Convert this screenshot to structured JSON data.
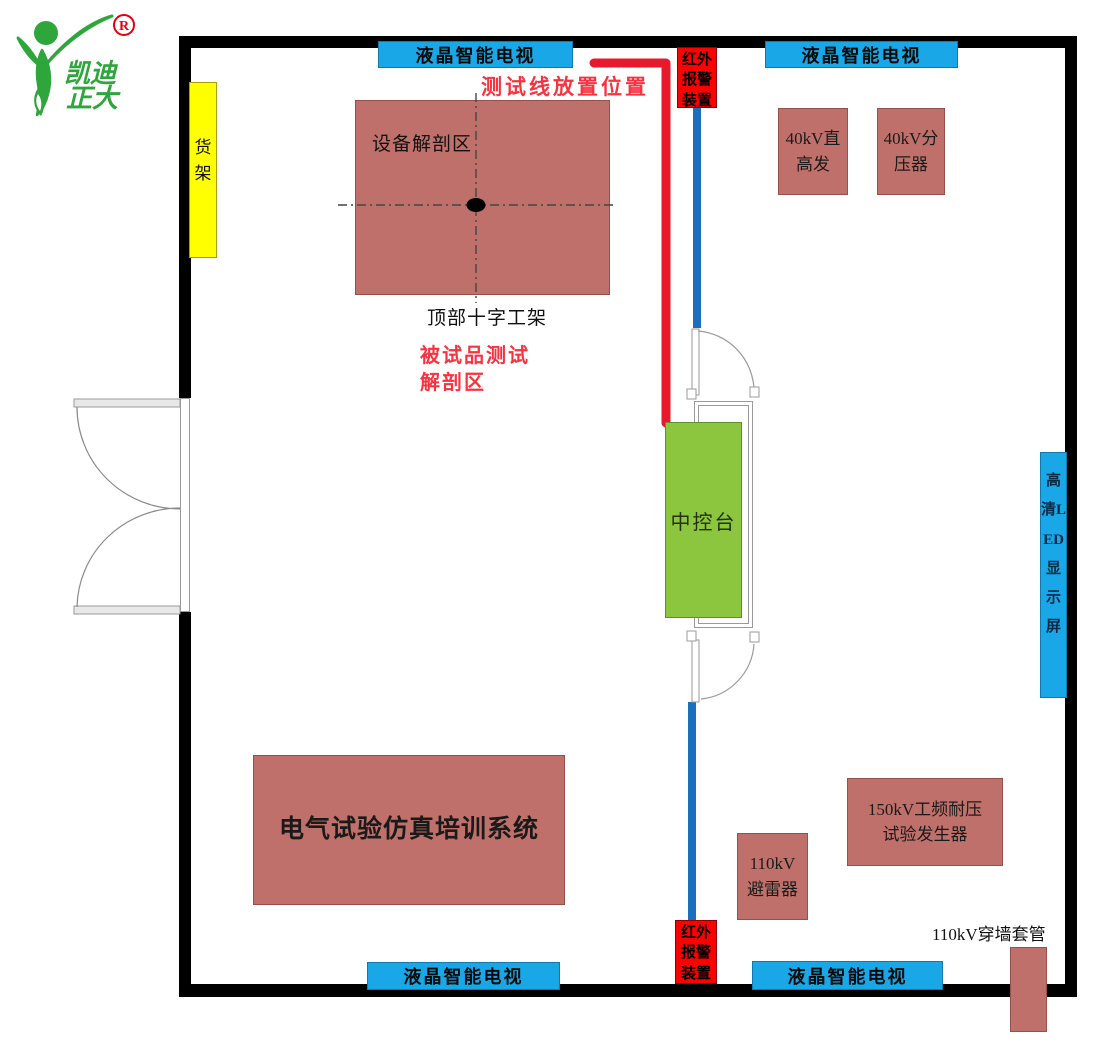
{
  "logo": {
    "name_line1": "凯迪",
    "name_line2": "正大",
    "registered_mark": "R"
  },
  "labels": {
    "tv": "液晶智能电视",
    "ir_alarm": "红外报警装置",
    "shelf": "货架",
    "led_screen": "高清LED显示屏",
    "console": "中控台",
    "dissection_area": "设备解剖区",
    "top_cross_frame": "顶部十字工架",
    "test_line_note": "测试线放置位置",
    "specimen_note_line1": "被试品测试",
    "specimen_note_line2": "解剖区",
    "training_system": "电气试验仿真培训系统",
    "hv_generator_line1": "40kV直",
    "hv_generator_line2": "高发",
    "voltage_divider_line1": "40kV分",
    "voltage_divider_line2": "压器",
    "arrester_line1": "110kV",
    "arrester_line2": "避雷器",
    "withstand_line1": "150kV工频耐压",
    "withstand_line2": "试验发生器",
    "wall_bushing": "110kV穿墙套管"
  },
  "colors": {
    "wall": "#000000",
    "equipment_box": "#c0706a",
    "tv_screen": "#1aa7e8",
    "console": "#8cc63f",
    "shelf": "#ffff00",
    "alarm": "#ff0000",
    "cable_red": "#e8192c",
    "cable_blue": "#1a6fbf",
    "note_text": "#f63440",
    "logo_green": "#2fa63c",
    "logo_red": "#e60012"
  }
}
